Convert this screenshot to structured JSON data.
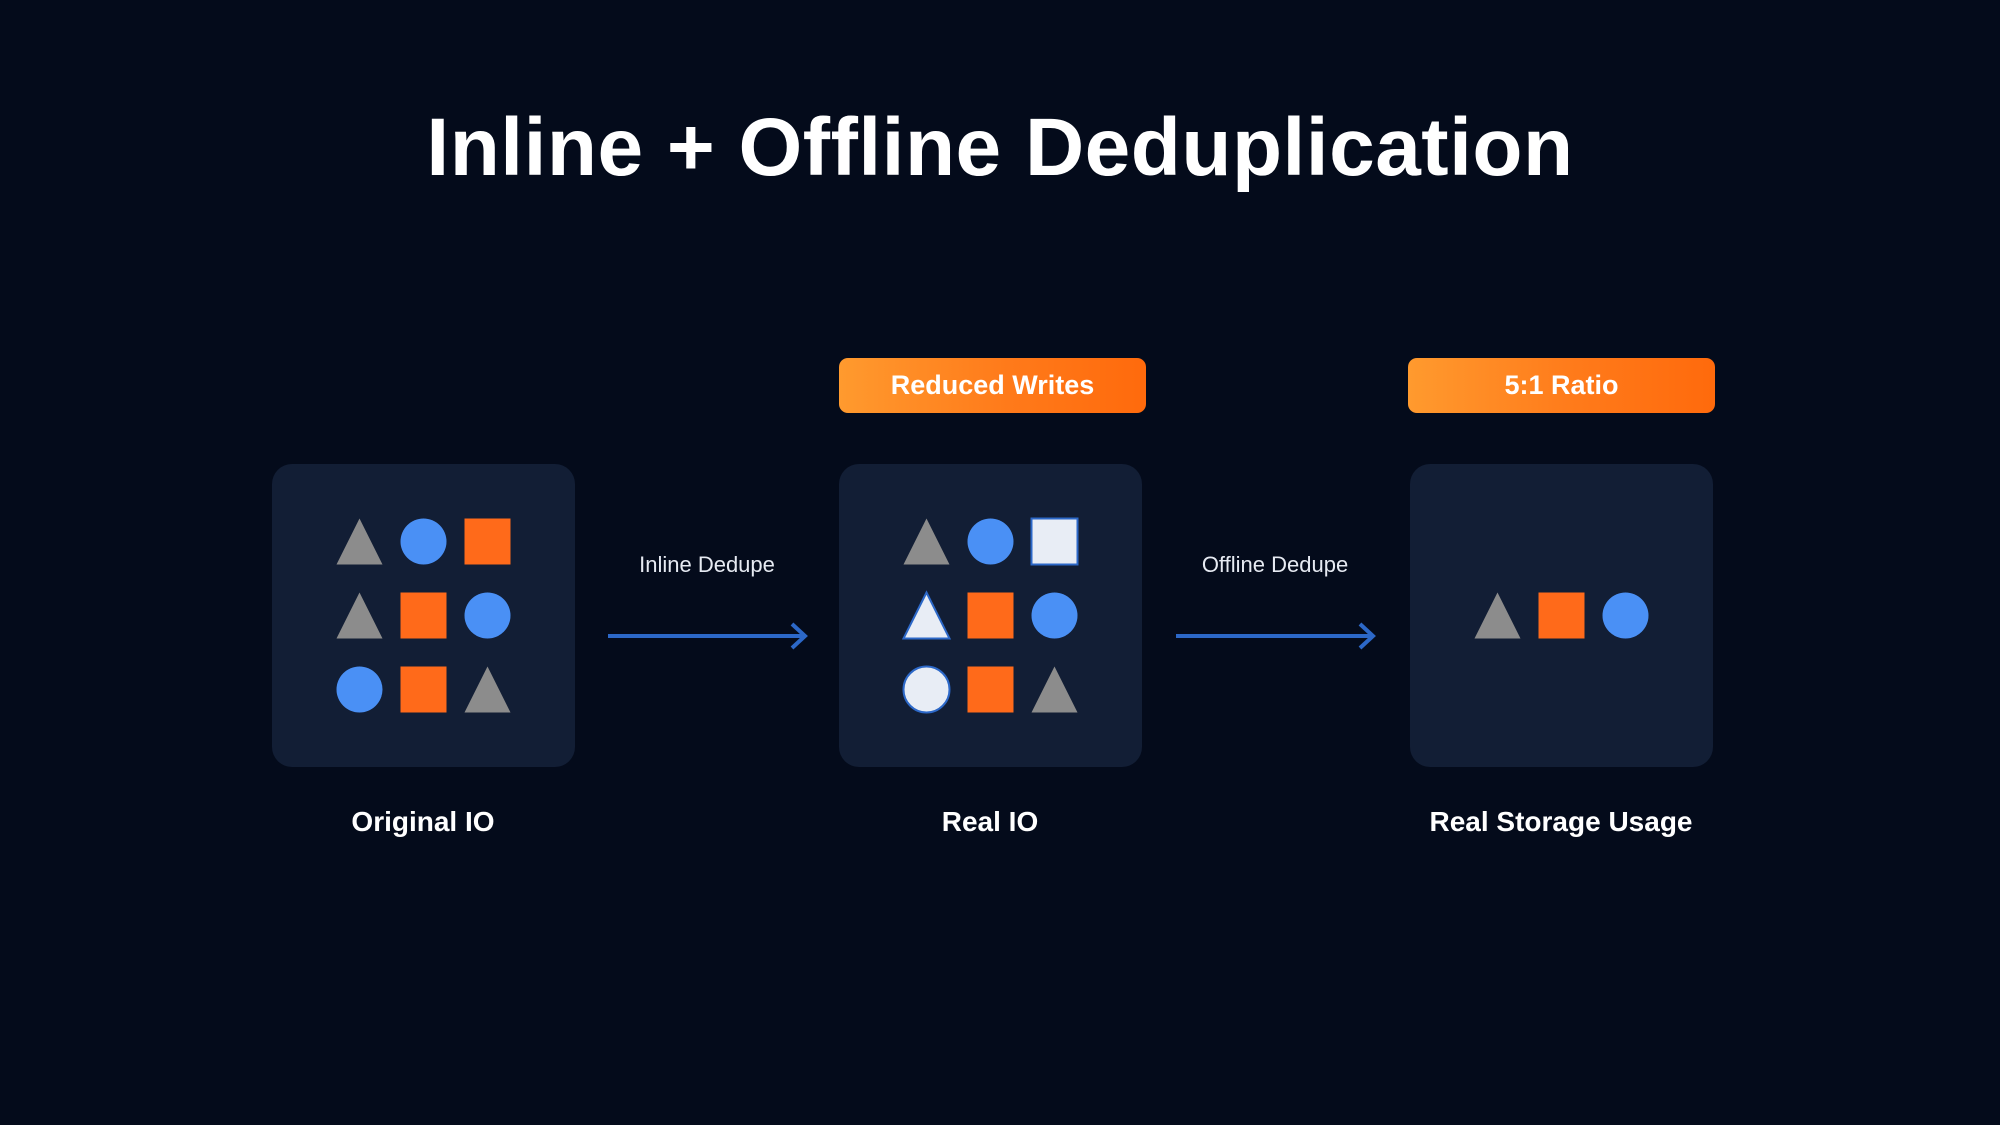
{
  "title": "Inline + Offline Deduplication",
  "colors": {
    "background": "#040b1b",
    "panel": "#121e35",
    "triangle_gray": "#8c8c8c",
    "circle_blue": "#4a90f5",
    "square_orange": "#ff6a1a",
    "ghost_white": "#e8edf5",
    "arrow_blue": "#2c68c8",
    "badge_orange": "#ff7a1a"
  },
  "stages": [
    {
      "caption": "Original IO",
      "badge": "",
      "blocks": [
        [
          "triangle",
          "circle",
          "square"
        ],
        [
          "triangle",
          "square",
          "circle"
        ],
        [
          "circle",
          "square",
          "triangle"
        ]
      ]
    },
    {
      "caption": "Real IO",
      "badge": "Reduced Writes",
      "blocks": [
        [
          "triangle",
          "circle",
          "square-ghost"
        ],
        [
          "triangle-ghost",
          "square",
          "circle"
        ],
        [
          "circle-ghost",
          "square",
          "triangle"
        ]
      ]
    },
    {
      "caption": "Real Storage Usage",
      "badge": "5:1 Ratio",
      "blocks": [
        [
          "triangle",
          "square",
          "circle"
        ]
      ]
    }
  ],
  "transitions": [
    {
      "label": "Inline Dedupe"
    },
    {
      "label": "Offline Dedupe"
    }
  ]
}
